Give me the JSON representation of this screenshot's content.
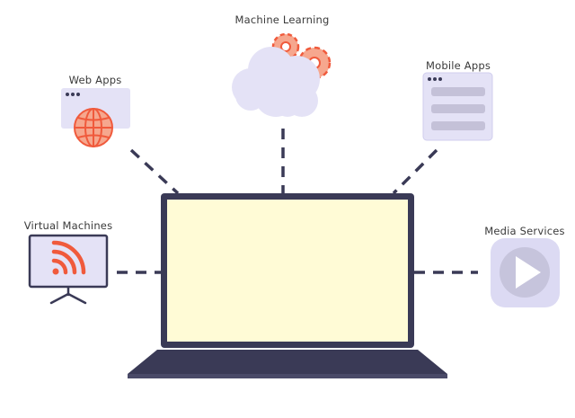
{
  "labels": {
    "machine_learning": "Machine Learning",
    "web_apps": "Web Apps",
    "mobile_apps": "Mobile Apps",
    "virtual_machines": "Virtual Machines",
    "media_services": "Media Services"
  },
  "icons": {
    "web_apps": "globe-browser-icon",
    "machine_learning": "cloud-gears-icon",
    "mobile_apps": "mobile-list-icon",
    "virtual_machines": "monitor-rss-icon",
    "media_services": "play-button-icon",
    "center": "laptop-icon"
  },
  "colors": {
    "dark": "#3a3a56",
    "lavender": "#e4e2f6",
    "lavender_stroke": "#d0cdee",
    "accent": "#f05a3c",
    "accent_fill": "#f6a78e",
    "screen": "#fffbd6",
    "grey_bar": "#c4c1d8",
    "play_bg": "#dcdaf3",
    "play_circle": "#c6c4dc"
  }
}
